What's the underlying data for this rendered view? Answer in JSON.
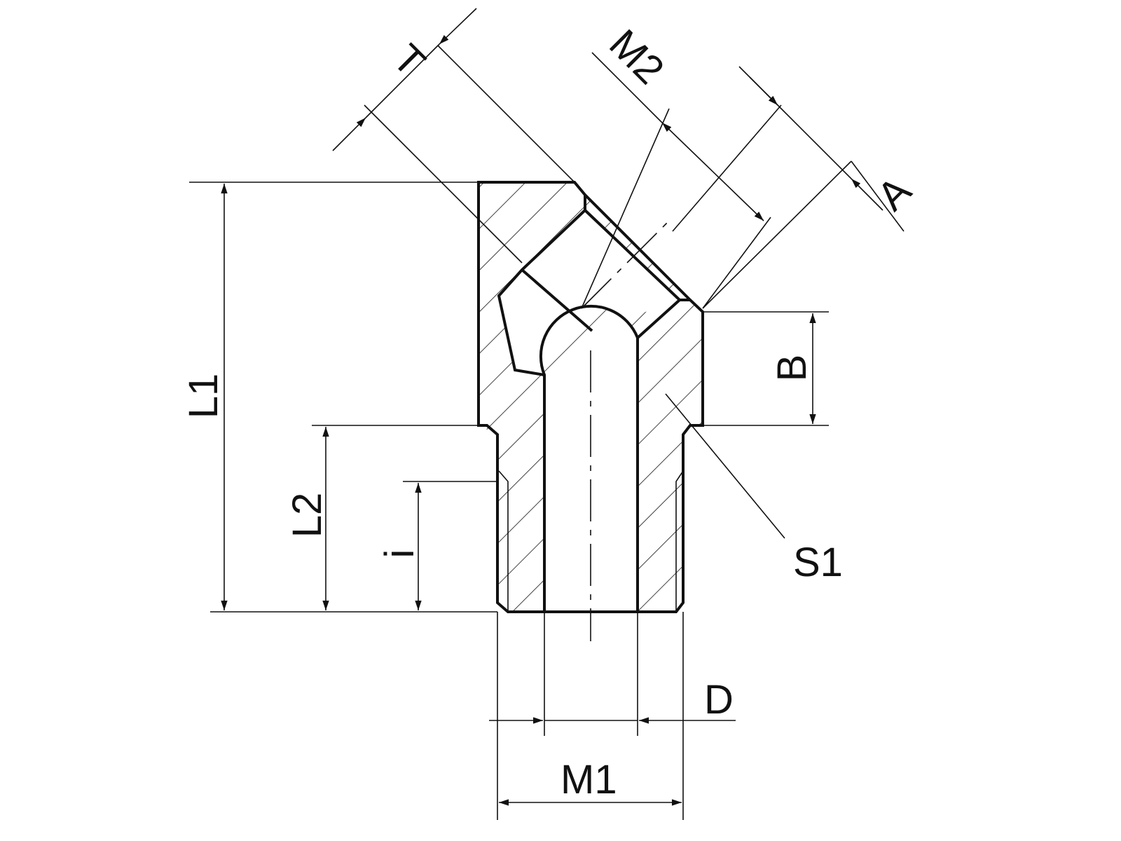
{
  "drawing": {
    "labels": {
      "T": "T",
      "M2": "M2",
      "A": "A",
      "B": "B",
      "L1": "L1",
      "L2": "L2",
      "i": "i",
      "S1": "S1",
      "D": "D",
      "M1": "M1"
    },
    "colors": {
      "line": "#111111",
      "background": "#ffffff"
    }
  }
}
